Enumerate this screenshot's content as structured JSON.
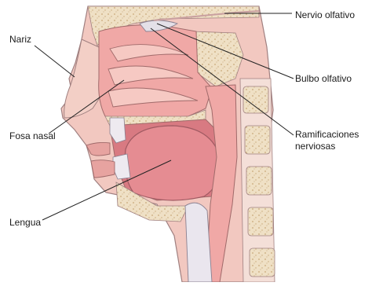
{
  "labels": {
    "nariz": "Nariz",
    "fosa_nasal": "Fosa nasal",
    "lengua": "Lengua",
    "nervio_olfativo": "Nervio olfativo",
    "bulbo_olfativo": "Bulbo olfativo",
    "ramificaciones_nerviosas": "Ramificaciones nerviosas"
  },
  "colors": {
    "skin": "#f2c8c0",
    "skin_outline": "#a08080",
    "tissue_pink": "#f0a0a0",
    "tissue_dark": "#d97a7f",
    "bone": "#efe0c5",
    "bone_dots": "#c8a879",
    "cartilage": "#eae6ee",
    "cavity": "#f6c9c3",
    "leader_line": "#222222"
  }
}
